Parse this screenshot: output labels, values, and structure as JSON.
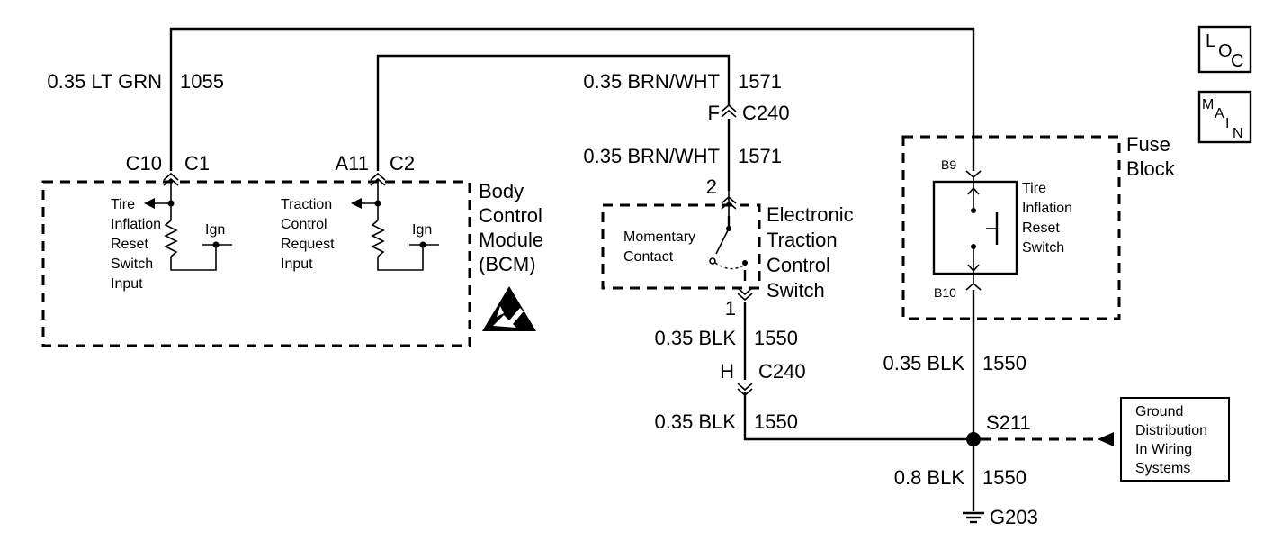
{
  "wires": {
    "ltgrn": {
      "gauge_color": "0.35 LT GRN",
      "circuit": "1055"
    },
    "brnwht_top": {
      "gauge_color": "0.35 BRN/WHT",
      "circuit": "1571"
    },
    "brnwht_mid": {
      "gauge_color": "0.35 BRN/WHT",
      "circuit": "1571"
    },
    "blk_switch_low": {
      "gauge_color": "0.35 BLK",
      "circuit": "1550"
    },
    "blk_switch_bottom": {
      "gauge_color": "0.35 BLK",
      "circuit": "1550"
    },
    "blk_fuse": {
      "gauge_color": "0.35 BLK",
      "circuit": "1550"
    },
    "blk_ground": {
      "gauge_color": "0.8 BLK",
      "circuit": "1550"
    }
  },
  "connectors": {
    "c240_top": {
      "pin": "F",
      "name": "C240"
    },
    "c240_bottom": {
      "pin": "H",
      "name": "C240"
    },
    "bcm_c1": {
      "pin": "C10",
      "name": "C1"
    },
    "bcm_c2": {
      "pin": "A11",
      "name": "C2"
    },
    "switch_pin2": "2",
    "switch_pin1": "1",
    "fuse_b9": "B9",
    "fuse_b10": "B10"
  },
  "bcm": {
    "title": [
      "Body",
      "Control",
      "Module",
      "(BCM)"
    ],
    "input1": [
      "Tire",
      "Inflation",
      "Reset",
      "Switch",
      "Input"
    ],
    "input2": [
      "Traction",
      "Control",
      "Request",
      "Input"
    ],
    "ign": "Ign"
  },
  "etc_switch": {
    "title": [
      "Electronic",
      "Traction",
      "Control",
      "Switch"
    ],
    "contact": [
      "Momentary",
      "Contact"
    ]
  },
  "fuse_block": {
    "title": [
      "Fuse",
      "Block"
    ],
    "switch": [
      "Tire",
      "Inflation",
      "Reset",
      "Switch"
    ]
  },
  "splice": "S211",
  "ground": "G203",
  "ground_ref": [
    "Ground",
    "Distribution",
    "In Wiring",
    "Systems"
  ],
  "loc_icon": {
    "l": "L",
    "o": "O",
    "c": "C"
  },
  "main_icon": {
    "m": "M",
    "a": "A",
    "i": "I",
    "n": "N"
  }
}
